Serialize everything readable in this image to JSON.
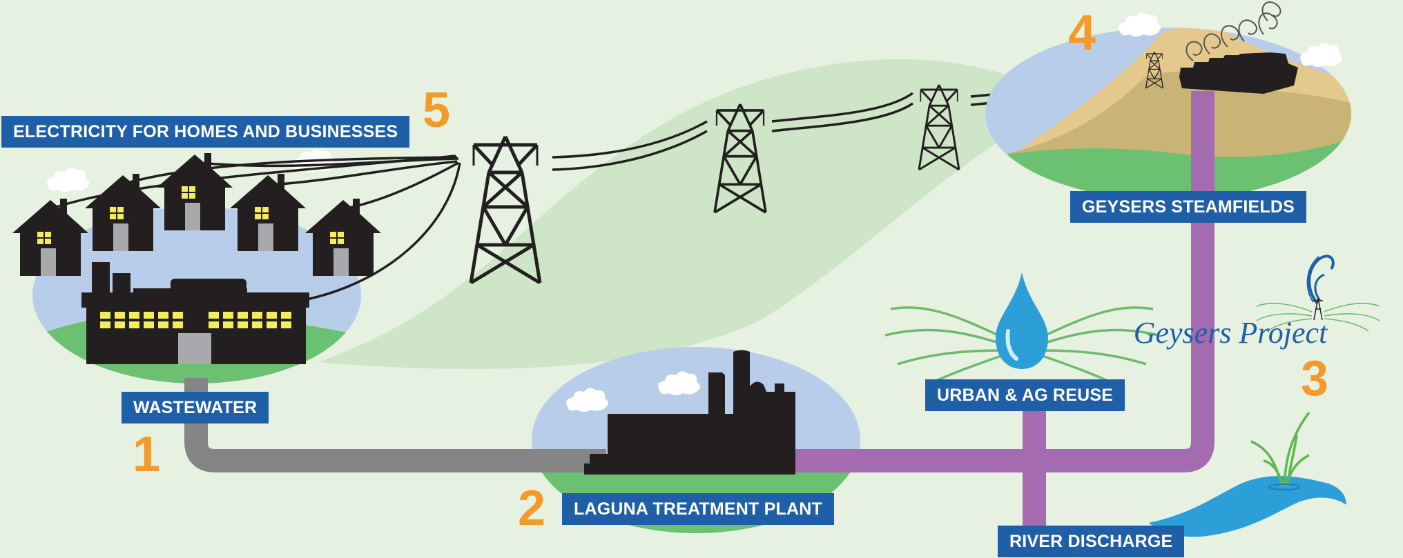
{
  "labels": {
    "electricity": "ELECTRICITY FOR HOMES AND BUSINESSES",
    "wastewater": "WASTEWATER",
    "treatment_plant": "LAGUNA TREATMENT PLANT",
    "urban_ag_reuse": "URBAN & AG REUSE",
    "river_discharge": "RIVER DISCHARGE",
    "steamfields": "GEYSERS STEAMFIELDS"
  },
  "step_numbers": {
    "wastewater": "1",
    "treatment_plant": "2",
    "geysers_project": "3",
    "steamfields": "4",
    "transmission": "5"
  },
  "logo": {
    "text": "Geysers Project"
  },
  "colors": {
    "background": "#e6f1e2",
    "label_bg": "#1f5fa8",
    "label_text": "#ffffff",
    "number": "#f39a2b",
    "wastewater_pipe": "#858585",
    "recycled_water_pipe": "#a56bb0",
    "sky": "#b8cdea",
    "grass": "#6cc072",
    "building": "#231f20",
    "window": "#f4ec5a",
    "water": "#2c9fd8"
  }
}
